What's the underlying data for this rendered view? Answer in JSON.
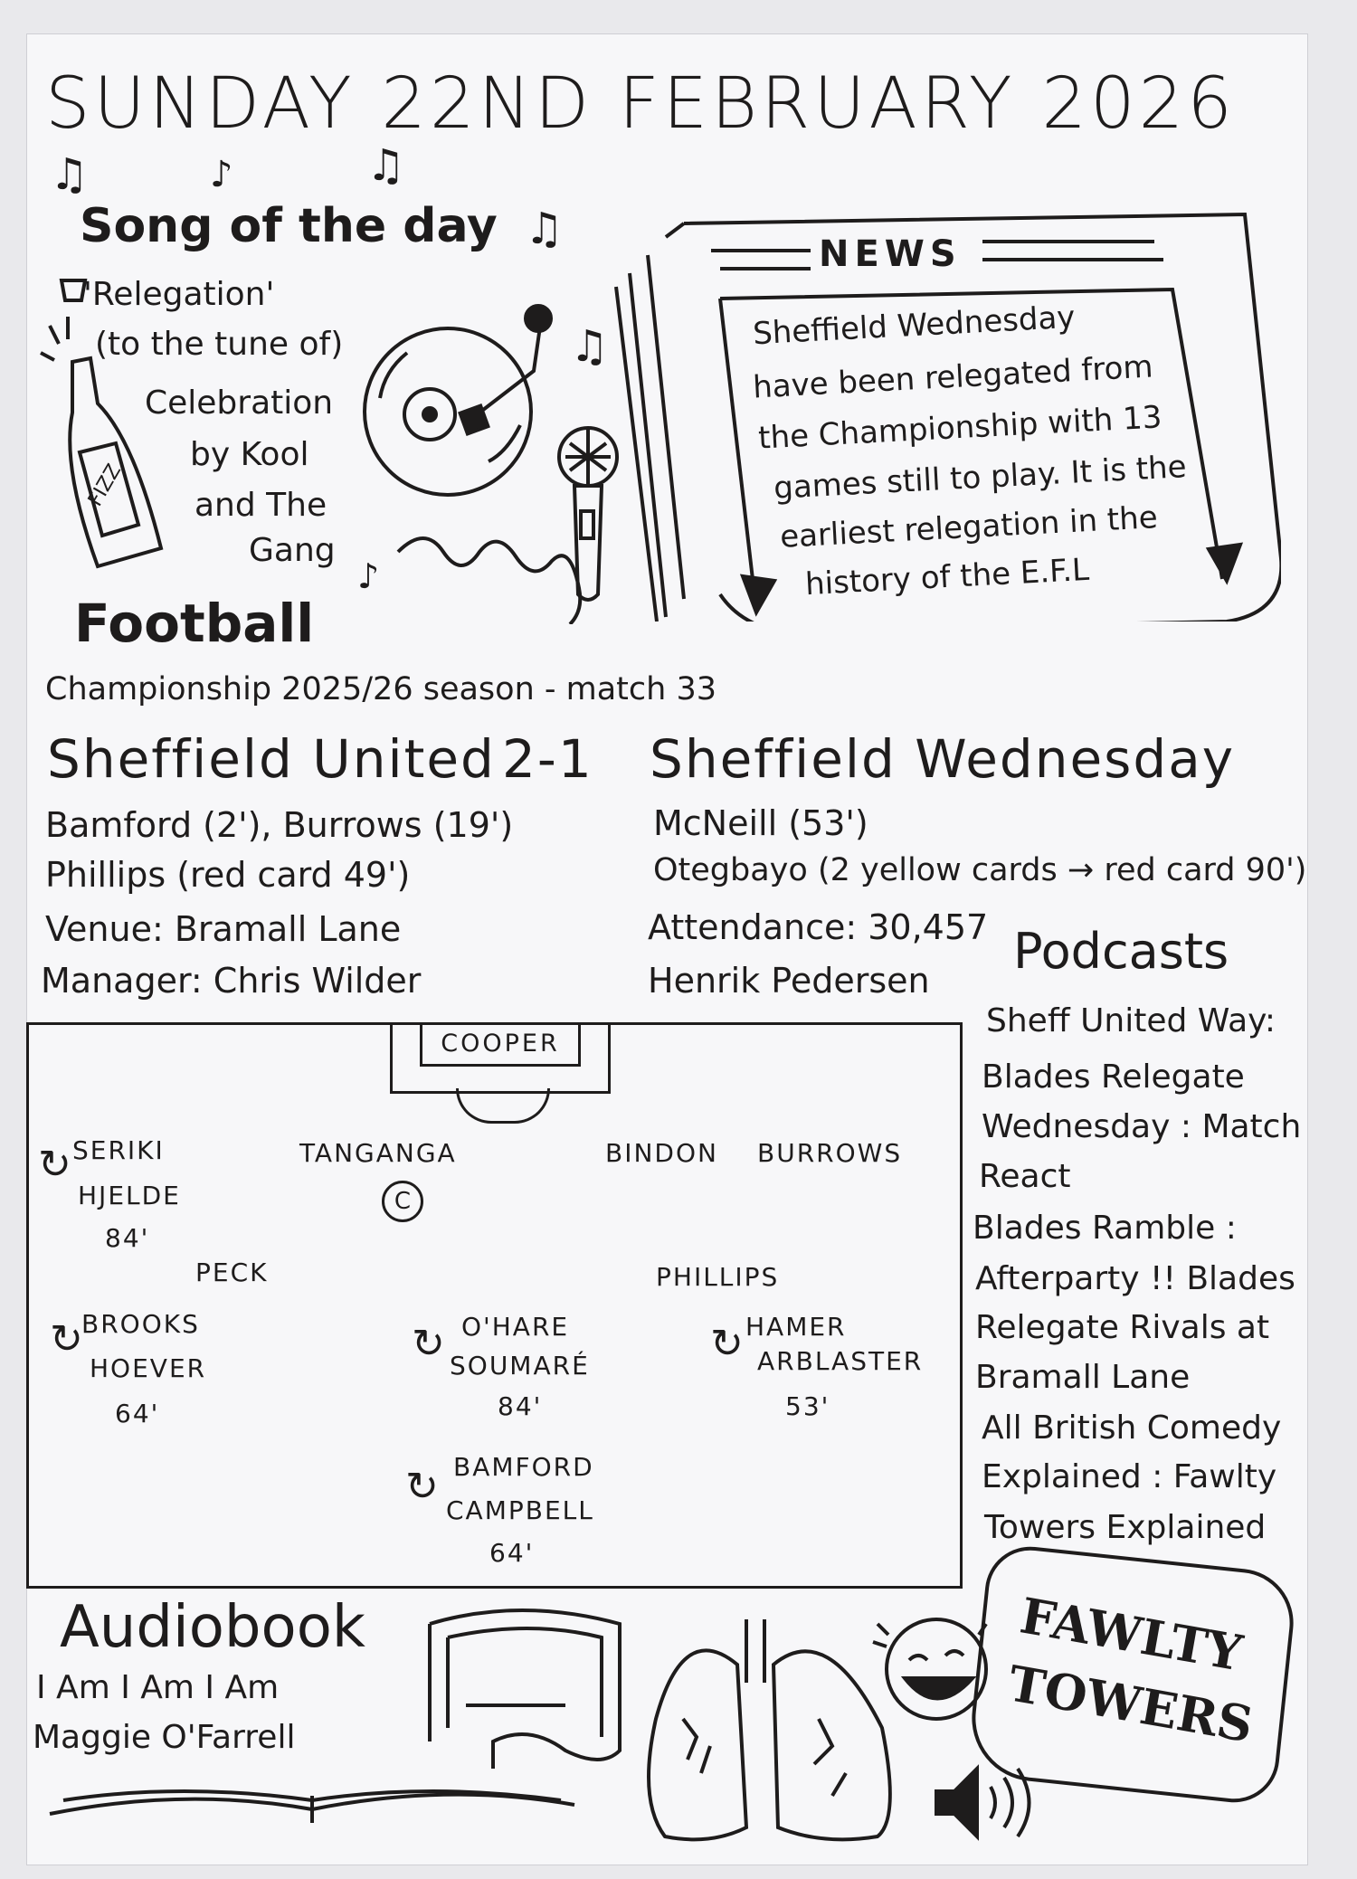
{
  "header": {
    "title": "SUNDAY 22ND FEBRUARY 2026"
  },
  "song": {
    "heading": "Song of the day",
    "lines": [
      "'Relegation'",
      "(to the tune of)",
      "Celebration",
      "by Kool",
      "and The",
      "Gang"
    ],
    "bottle_label": "FIZZ"
  },
  "news": {
    "heading": "NEWS",
    "lines": [
      "Sheffield Wednesday",
      "have been relegated from",
      "the Championship with 13",
      "games still to play. It is the",
      "earliest relegation in the",
      "history of the E.F.L"
    ]
  },
  "football": {
    "heading": "Football",
    "competition": "Championship 2025/26 season - match 33",
    "home_team": "Sheffield United",
    "score": "2-1",
    "away_team": "Sheffield Wednesday",
    "home_details": [
      "Bamford (2'), Burrows (19')",
      "Phillips (red card 49')",
      "Venue: Bramall Lane",
      "Manager: Chris Wilder"
    ],
    "away_details": [
      "McNeill (53')",
      "Otegbayo (2 yellow cards → red card 90')",
      "Attendance: 30,457",
      "Henrik Pedersen"
    ]
  },
  "lineup": {
    "goalkeeper": "COOPER",
    "captain_mark": "C",
    "players": {
      "seriki": "SERIKI",
      "hjelde": "HJELDE",
      "sub1_min": "84'",
      "tanganga": "TANGANGA",
      "bindon": "BINDON",
      "burrows": "BURROWS",
      "peck": "PECK",
      "phillips": "PHILLIPS",
      "brooks": "BROOKS",
      "hoever": "HOEVER",
      "sub2_min": "64'",
      "ohare": "O'HARE",
      "soumare": "SOUMARÉ",
      "sub3_min": "84'",
      "hamer": "HAMER",
      "arblaster": "ARBLASTER",
      "sub4_min": "53'",
      "bamford": "BAMFORD",
      "campbell": "CAMPBELL",
      "sub5_min": "64'"
    }
  },
  "podcasts": {
    "heading": "Podcasts",
    "lines": [
      "Sheff United Way:",
      "Blades Relegate",
      "Wednesday : Match",
      "React",
      "Blades Ramble :",
      "Afterparty !! Blades",
      "Relegate Rivals at",
      "Bramall Lane",
      "All British Comedy",
      "Explained : Fawlty",
      "Towers Explained"
    ]
  },
  "audiobook": {
    "heading": "Audiobook",
    "title": "I Am I Am I Am",
    "author": "Maggie O'Farrell"
  },
  "fawlty": {
    "line1": "FAWLTY",
    "line2": "TOWERS"
  }
}
